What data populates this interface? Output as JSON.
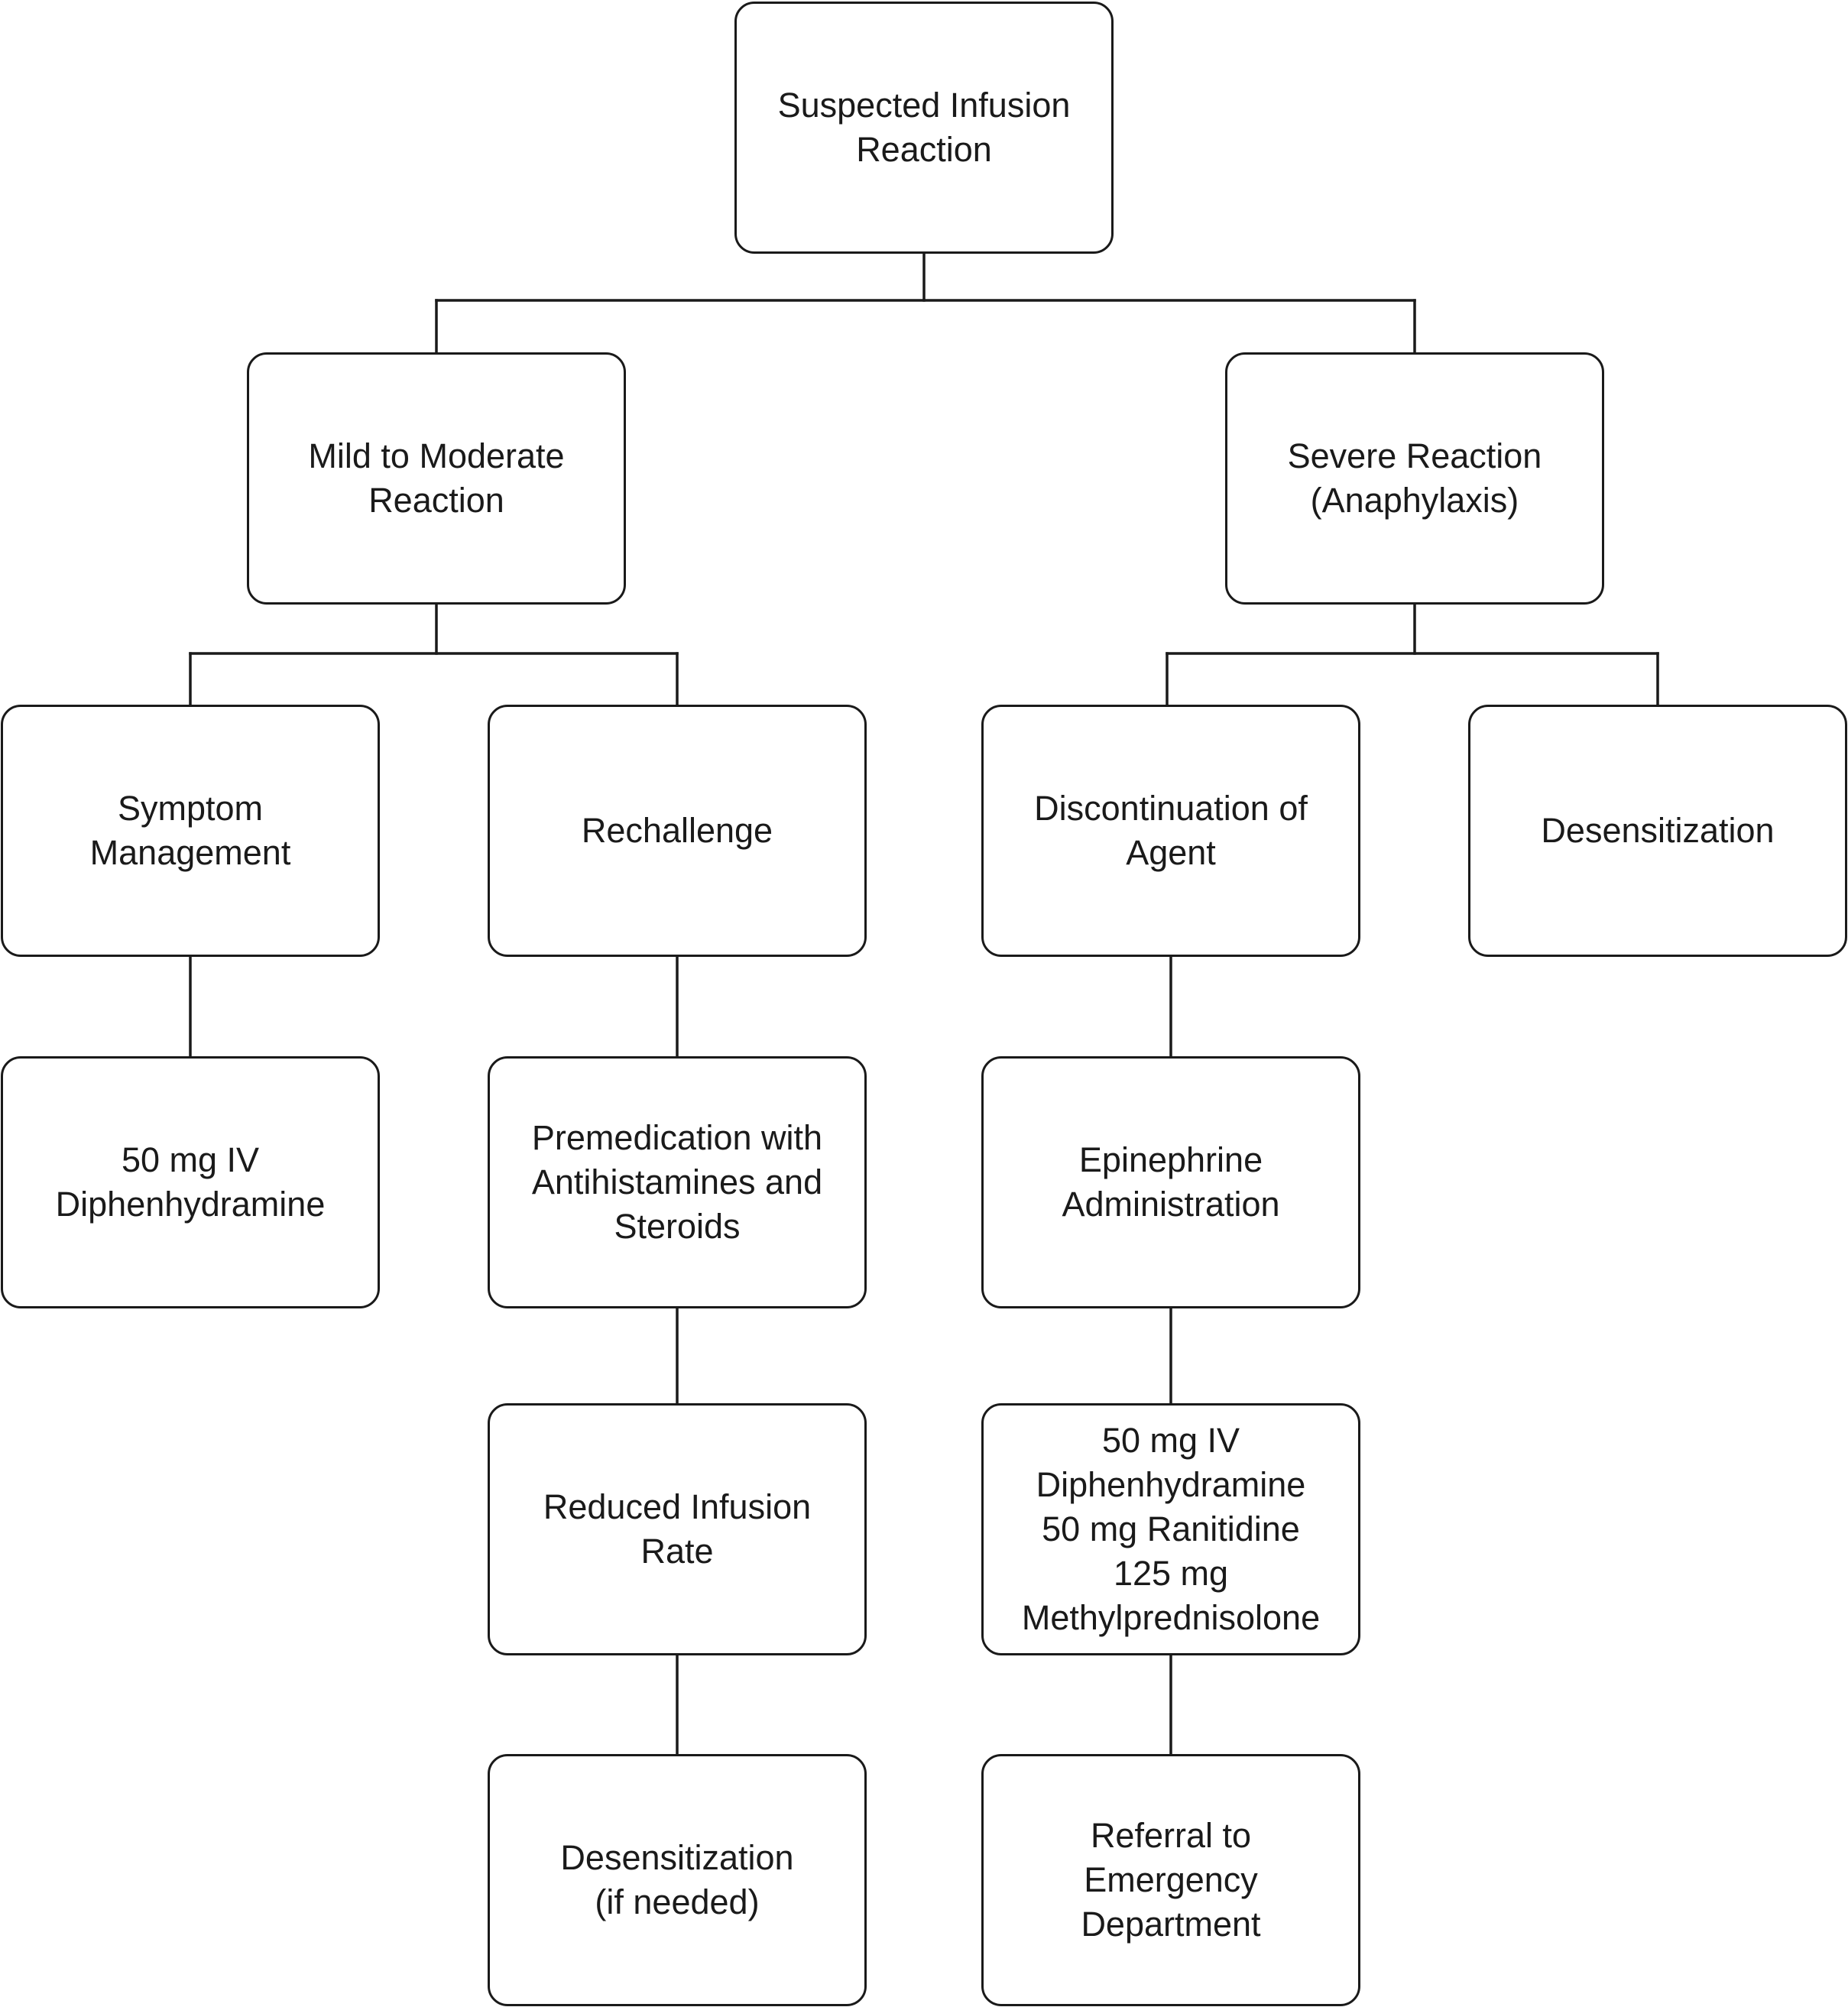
{
  "flowchart": {
    "nodes": {
      "root": "Suspected Infusion\nReaction",
      "mild": "Mild to Moderate\nReaction",
      "severe": "Severe Reaction\n(Anaphylaxis)",
      "symptom_management": "Symptom\nManagement",
      "rechallenge": "Rechallenge",
      "discontinuation": "Discontinuation of\nAgent",
      "desensitization": "Desensitization",
      "diphenhydramine": "50 mg IV\nDiphenhydramine",
      "premedication": "Premedication with\nAntihistamines and\nSteroids",
      "epinephrine": "Epinephrine\nAdministration",
      "reduced_rate": "Reduced Infusion\nRate",
      "medications": "50 mg IV\nDiphenhydramine\n50 mg Ranitidine\n125 mg\nMethylprednisolone",
      "desensitization_if_needed": "Desensitization\n(if needed)",
      "referral": "Referral to\nEmergency\nDepartment"
    },
    "edges": [
      [
        "root",
        "mild"
      ],
      [
        "root",
        "severe"
      ],
      [
        "mild",
        "symptom_management"
      ],
      [
        "mild",
        "rechallenge"
      ],
      [
        "severe",
        "discontinuation"
      ],
      [
        "severe",
        "desensitization"
      ],
      [
        "symptom_management",
        "diphenhydramine"
      ],
      [
        "rechallenge",
        "premedication"
      ],
      [
        "premedication",
        "reduced_rate"
      ],
      [
        "reduced_rate",
        "desensitization_if_needed"
      ],
      [
        "discontinuation",
        "epinephrine"
      ],
      [
        "epinephrine",
        "medications"
      ],
      [
        "medications",
        "referral"
      ]
    ]
  }
}
